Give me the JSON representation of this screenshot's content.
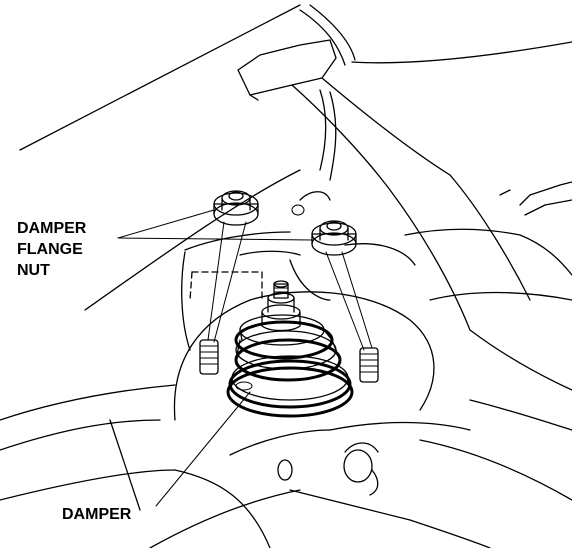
{
  "labels": {
    "flange_nut": [
      "DAMPER",
      "FLANGE",
      "NUT"
    ],
    "damper": "DAMPER"
  }
}
